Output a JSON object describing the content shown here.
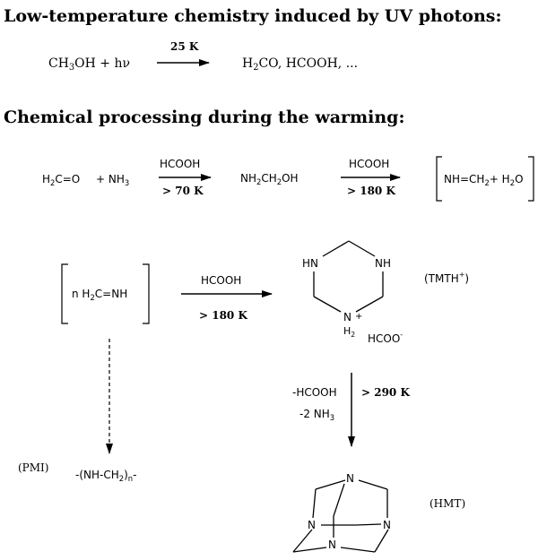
{
  "headings": {
    "low_temp": "Low-temperature chemistry induced by UV photons:",
    "warming": "Chemical processing during the warming:"
  },
  "reaction1": {
    "reactant_main": "CH",
    "reactant_sub": "3",
    "reactant_rest": "OH + hν",
    "condition": "25 K",
    "p1_main": "H",
    "p1_sub": "2",
    "p1_rest": "CO, HCOOH, ..."
  },
  "reaction2": {
    "r_a": "H",
    "r_a_sub": "2",
    "r_b": "C=O",
    "r_c": "+ NH",
    "r_c_sub": "3",
    "step1_top": "HCOOH",
    "step1_bottom": "> 70 K",
    "inter_a": "NH",
    "inter_a_sub": "2",
    "inter_b": "CH",
    "inter_b_sub": "2",
    "inter_c": "OH",
    "step2_top": "HCOOH",
    "step2_bottom": "> 180 K",
    "prod_a": "NH=CH",
    "prod_a_sub": "2",
    "prod_b": "+ H",
    "prod_b_sub": "2",
    "prod_c": "O"
  },
  "reaction3": {
    "poly_a": "n H",
    "poly_a_sub": "2",
    "poly_b": "C=NH",
    "step_top": "HCOOH",
    "step_bottom": "> 180 K",
    "ring_nh_left": "HN",
    "ring_nh_right": "NH",
    "ring_n_bottom": "N",
    "ring_plus": "+",
    "ring_h2": "H",
    "ring_h2_sub": "2",
    "counter_ion": "HCOO",
    "counter_charge": "-",
    "tmth_label_a": "(TMTH",
    "tmth_label_sup": "+",
    "tmth_label_b": ")"
  },
  "branch_pmi": {
    "label": "(PMI)",
    "formula_a": "-(NH-CH",
    "formula_sub": "2",
    "formula_b": ")",
    "formula_n": "n",
    "formula_c": "-"
  },
  "branch_hmt": {
    "cond_left_1": "-HCOOH",
    "cond_left_2_a": "-2 NH",
    "cond_left_2_sub": "3",
    "cond_right": "> 290 K",
    "n_top": "N",
    "n_left": "N",
    "n_right": "N",
    "n_bottom": "N",
    "label": "(HMT)"
  }
}
